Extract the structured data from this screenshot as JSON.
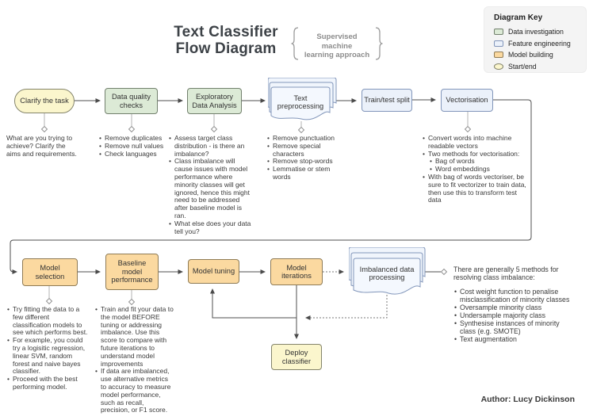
{
  "title": {
    "line1": "Text Classifier",
    "line2": "Flow Diagram"
  },
  "subtitle": {
    "line1": "Supervised machine",
    "line2": "learning approach"
  },
  "key": {
    "title": "Diagram Key",
    "items": [
      {
        "label": "Data investigation",
        "color": "#dcead6"
      },
      {
        "label": "Feature engineering",
        "color": "#ebf1fa"
      },
      {
        "label": "Model building",
        "color": "#fbd9a0"
      },
      {
        "label": "Start/end",
        "color": "#fbf6cd"
      }
    ]
  },
  "nodes": {
    "clarify_task": "Clarify the task",
    "data_quality": "Data quality checks",
    "eda": "Exploratory Data Analysis",
    "text_preprocessing": "Text preprocessing",
    "train_test": "Train/test split",
    "vectorisation": "Vectorisation",
    "model_selection": "Model selection",
    "baseline": "Baseline model performance",
    "model_tuning": "Model tuning",
    "model_iterations": "Model iterations",
    "imbalanced": "Imbalanced data processing",
    "deploy": "Deploy classifier"
  },
  "annotations": {
    "clarify_task": {
      "text": "What are you trying to achieve? Clarify the aims and requirements."
    },
    "data_quality": {
      "items": [
        "Remove duplicates",
        "Remove null values",
        "Check languages"
      ]
    },
    "eda": {
      "items": [
        "Assess target class distribution - is there an imbalance?",
        "Class imbalance will cause issues with model performance where minority classes will get ignored, hence this might need to be addressed after baseline model is ran.",
        "What else does your data tell you?"
      ]
    },
    "text_preprocessing": {
      "items": [
        "Remove punctuation",
        "Remove special characters",
        "Remove stop-words",
        "Lemmatise or stem words"
      ]
    },
    "vectorisation": {
      "items": [
        "Convert words into machine readable vectors",
        "Two methods for vectorisation:",
        "Bag of words",
        "Word embeddings",
        "With bag of words vectoriser, be sure to fit vectorizer to train data, then use this to transform test data"
      ]
    },
    "model_selection": {
      "items": [
        "Try fitting the data to a few different classification models to see which performs best.",
        "For example, you could try a logisitic regression, linear SVM, random forest and naive bayes classifier.",
        "Proceed with the best performing model."
      ]
    },
    "baseline": {
      "items": [
        "Train and fit your data to the model BEFORE tuning or addressing imbalance. Use this score to compare with future iterations to understand model improvements",
        "If data are imbalanced, use alternative metrics to accuracy to measure model performance, such as recall, precision, or F1 score."
      ]
    },
    "imbalance_methods": {
      "intro": "There are generally 5 methods for resolving class imbalance:",
      "items": [
        "Cost weight function to penalise misclassification of minority classes",
        "Oversample minority class",
        "Undersample majority class",
        "Synthesise instances of minority class (e.g. SMOTE)",
        "Text augmentation"
      ]
    }
  },
  "author": "Author: Lucy Dickinson",
  "colors": {
    "data_investigation_fill": "#dcead6",
    "feature_engineering_fill": "#ebf1fa",
    "model_building_fill": "#fbd9a0",
    "start_end_fill": "#fbf6cd",
    "connector": "#4f4f4f",
    "title_text": "#3d4247",
    "subtitle_text": "#8c8c8c"
  }
}
